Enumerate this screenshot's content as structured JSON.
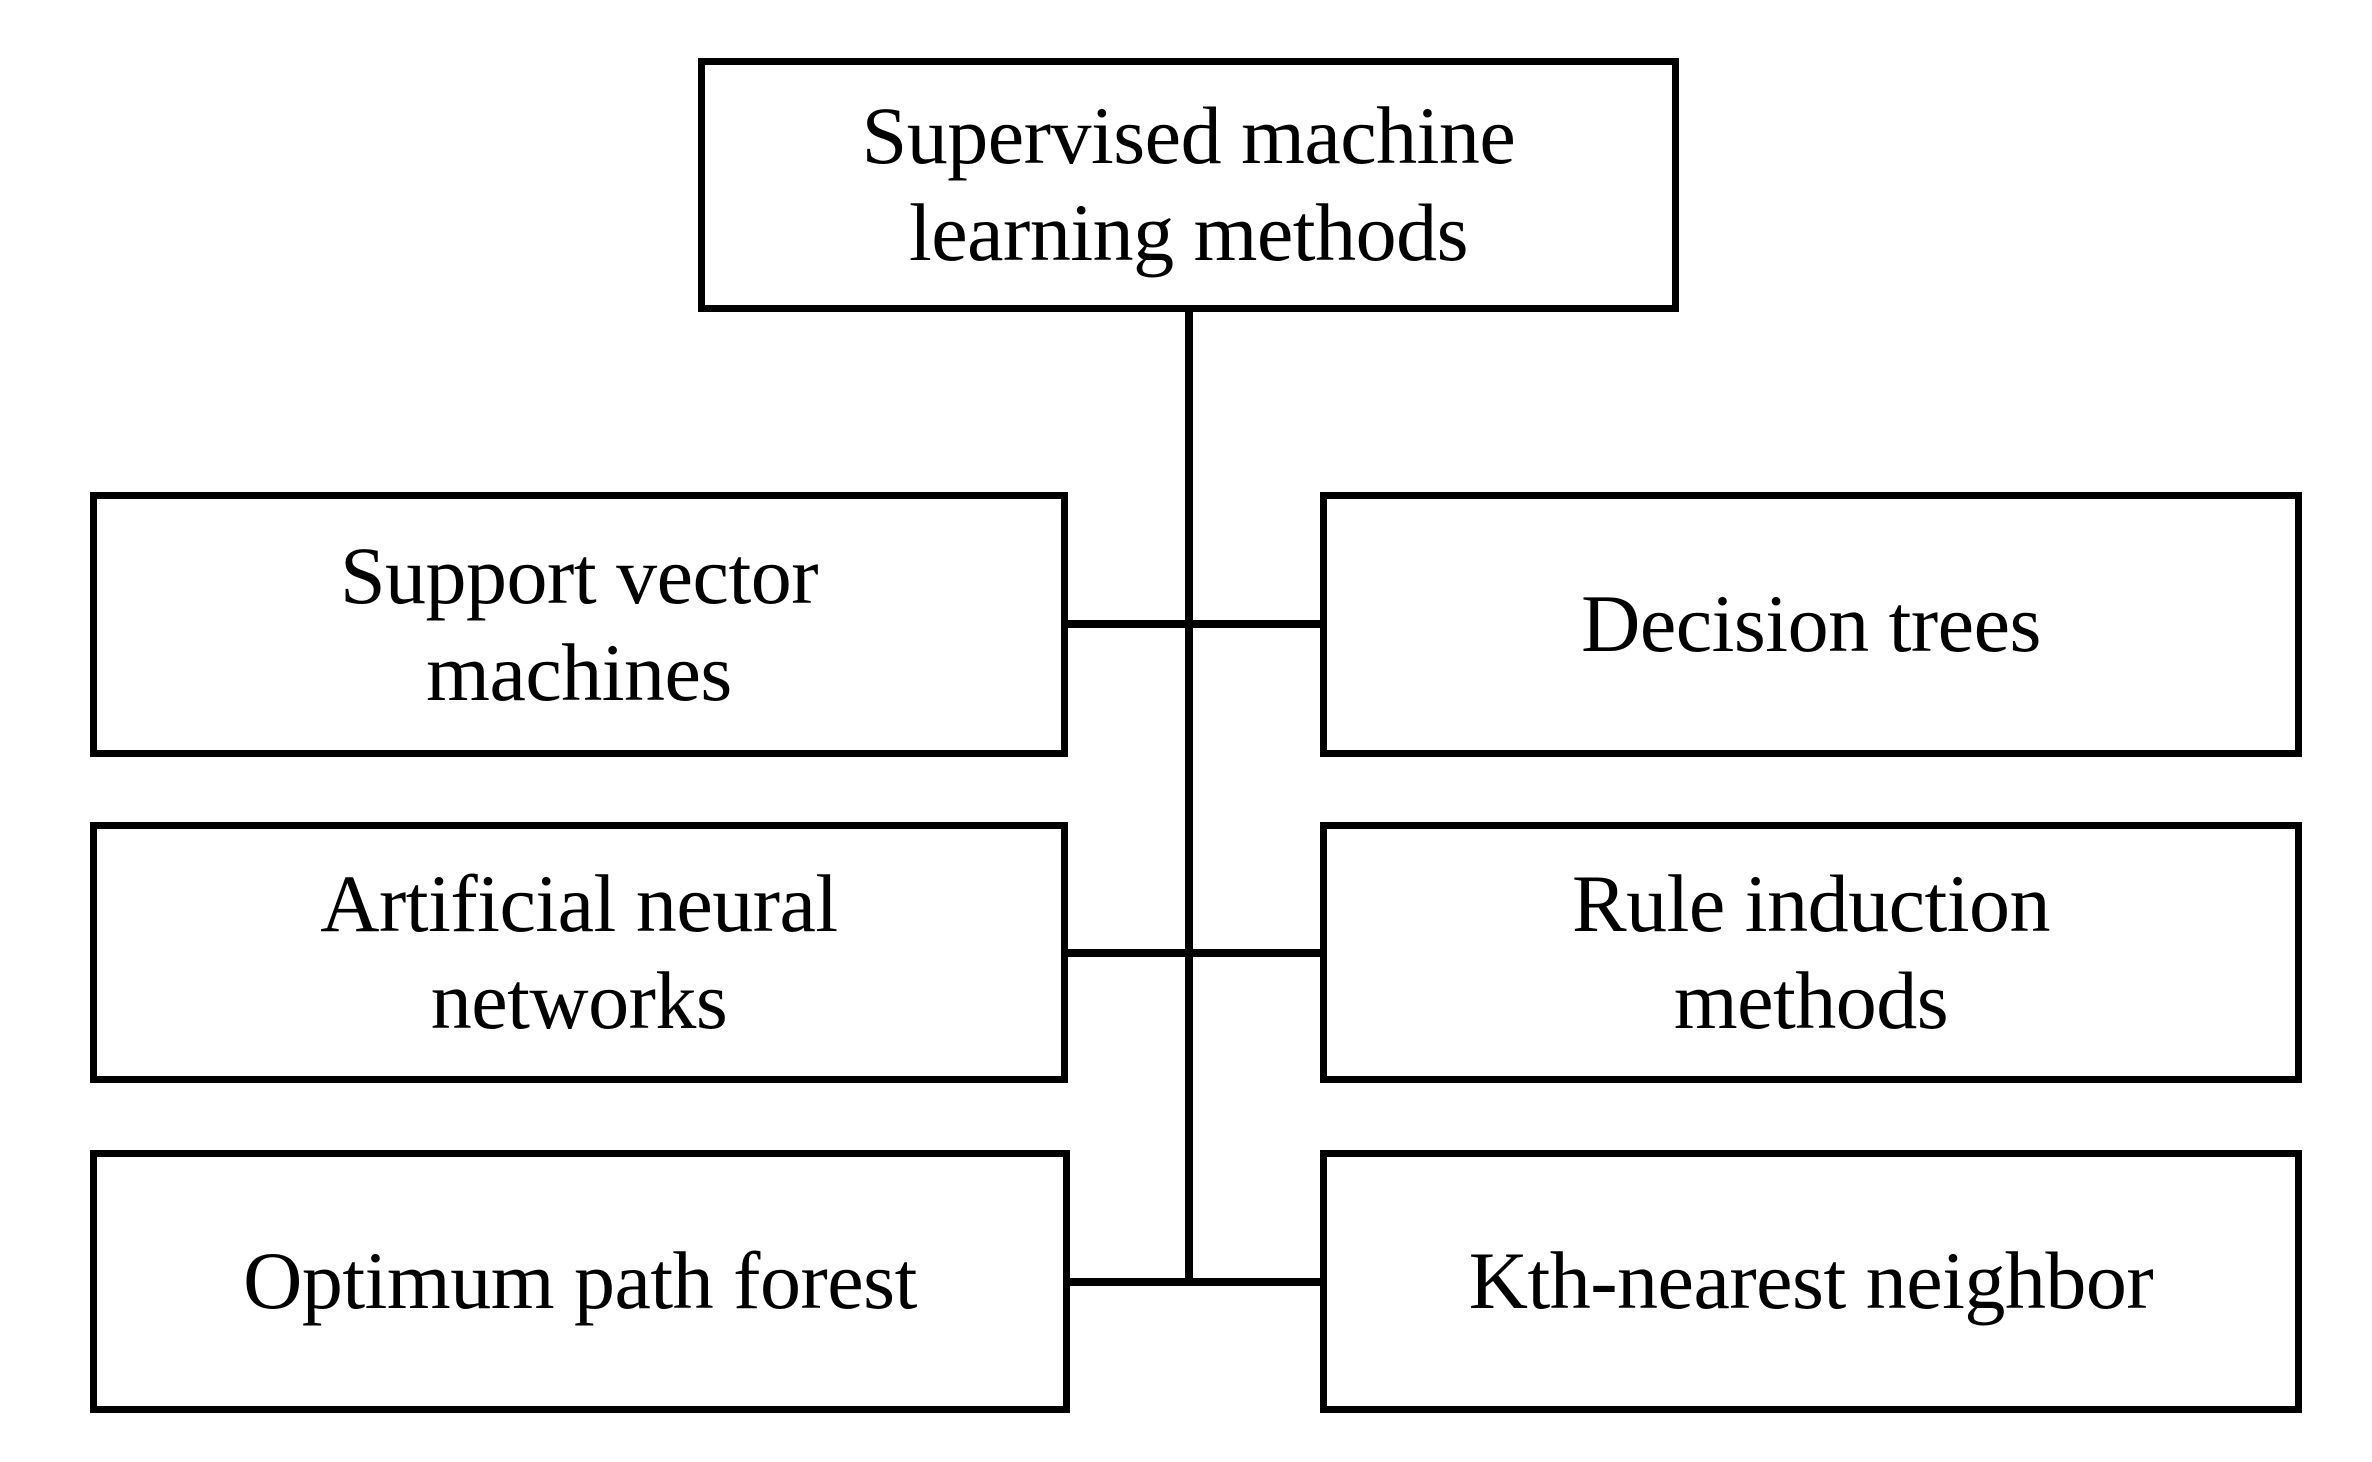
{
  "diagram": {
    "title": "Supervised machine learning methods",
    "type": "hierarchy-tree",
    "orientation": "top-root-with-two-child-columns",
    "colors": {
      "background": "#FFFFFF",
      "box_fill": "#FFFFFF",
      "box_border": "#000000",
      "connector": "#000000",
      "text": "#000000"
    },
    "root": {
      "id": "supervised-machine-learning-methods",
      "label": "Supervised machine\nlearning methods"
    },
    "children": [
      {
        "id": "support-vector-machines",
        "label": "Support vector\nmachines",
        "column": "left",
        "row": 1
      },
      {
        "id": "decision-trees",
        "label": "Decision trees",
        "column": "right",
        "row": 1
      },
      {
        "id": "artificial-neural-networks",
        "label": "Artificial neural\nnetworks",
        "column": "left",
        "row": 2
      },
      {
        "id": "rule-induction-methods",
        "label": "Rule induction\nmethods",
        "column": "right",
        "row": 2
      },
      {
        "id": "optimum-path-forest",
        "label": "Optimum path forest",
        "column": "left",
        "row": 3
      },
      {
        "id": "kth-nearest-neighbor",
        "label": "Kth-nearest neighbor",
        "column": "right",
        "row": 3
      }
    ],
    "edges": [
      {
        "from": "supervised-machine-learning-methods",
        "to": "support-vector-machines"
      },
      {
        "from": "supervised-machine-learning-methods",
        "to": "decision-trees"
      },
      {
        "from": "supervised-machine-learning-methods",
        "to": "artificial-neural-networks"
      },
      {
        "from": "supervised-machine-learning-methods",
        "to": "rule-induction-methods"
      },
      {
        "from": "supervised-machine-learning-methods",
        "to": "optimum-path-forest"
      },
      {
        "from": "supervised-machine-learning-methods",
        "to": "kth-nearest-neighbor"
      }
    ]
  }
}
